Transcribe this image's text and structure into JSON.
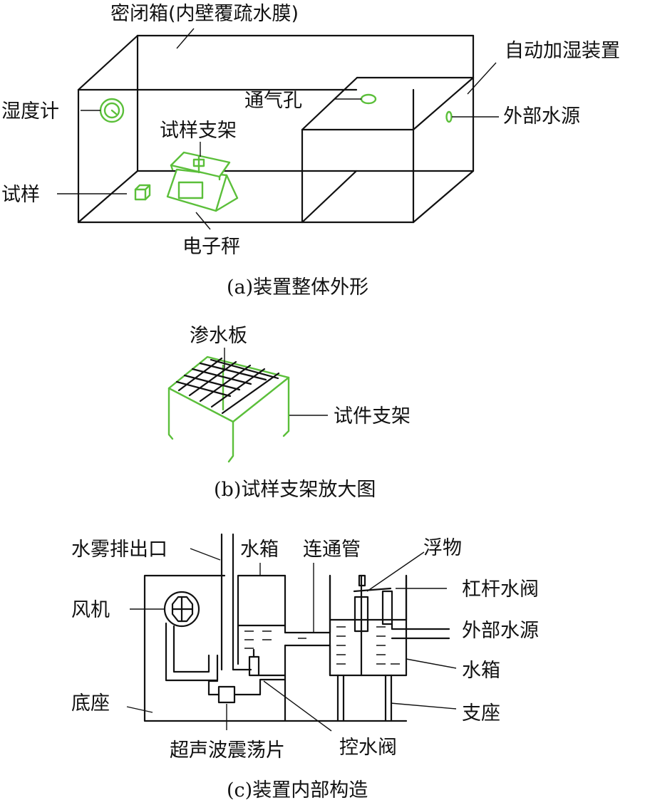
{
  "colors": {
    "line": "#111111",
    "accent_green": "#5bbf3a",
    "background": "#ffffff"
  },
  "panel_a": {
    "caption": "(a)装置整体外形",
    "labels": {
      "sealed_box": "密闭箱(内壁覆疏水膜)",
      "hygrometer": "湿度计",
      "sample_holder": "试样支架",
      "vent_hole": "通气孔",
      "auto_humidifier": "自动加湿装置",
      "external_water": "外部水源",
      "sample": "试样",
      "electronic_scale": "电子秤"
    }
  },
  "panel_b": {
    "caption": "(b)试样支架放大图",
    "labels": {
      "water_plate": "渗水板",
      "specimen_holder": "试件支架"
    }
  },
  "panel_c": {
    "caption": "(c)装置内部构造",
    "labels": {
      "mist_outlet": "水雾排出口",
      "water_tank_top": "水箱",
      "connecting_pipe": "连通管",
      "float": "浮物",
      "lever_valve": "杠杆水阀",
      "fan": "风机",
      "external_water": "外部水源",
      "water_tank_side": "水箱",
      "base": "底座",
      "support": "支座",
      "ultrasonic_oscillator": "超声波震荡片",
      "control_valve": "控水阀"
    }
  }
}
